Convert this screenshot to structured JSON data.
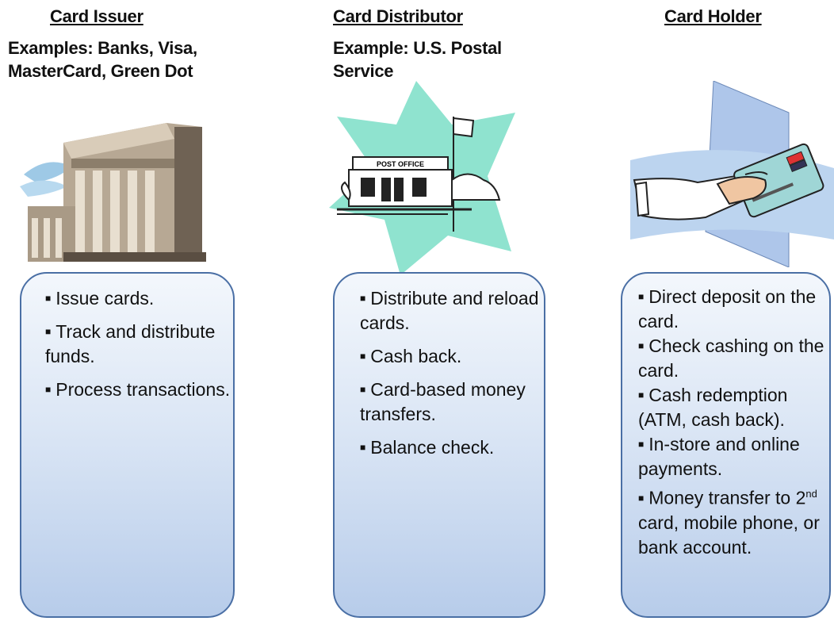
{
  "columns": [
    {
      "title": "Card Issuer",
      "example": "Examples: Banks, Visa, MasterCard, Green Dot",
      "items": [
        "Issue cards.",
        "Track and distribute funds.",
        "Process transactions."
      ]
    },
    {
      "title": "Card Distributor",
      "example": "Example: U.S. Postal Service",
      "post_office_sign": "POST OFFICE",
      "items": [
        "Distribute and reload cards.",
        "Cash back.",
        "Card-based money transfers.",
        "Balance check."
      ]
    },
    {
      "title": "Card Holder",
      "items": [
        "Direct deposit on the card.",
        "Check cashing on the card.",
        "Cash redemption (ATM, cash back).",
        "In-store and online payments."
      ],
      "last_item": {
        "prefix": "Money transfer to 2",
        "superscript": "nd",
        "suffix": " card, mobile phone, or bank account."
      }
    }
  ],
  "colors": {
    "box_top": "#f3f7fc",
    "box_bottom": "#b7ccea",
    "box_border": "#4a6fa5",
    "teal_bg": "#8fe3cf",
    "blue_bg": "#bcd4ef"
  },
  "icons": [
    "bank-building-icon",
    "post-office-icon",
    "hand-holding-card-icon"
  ]
}
